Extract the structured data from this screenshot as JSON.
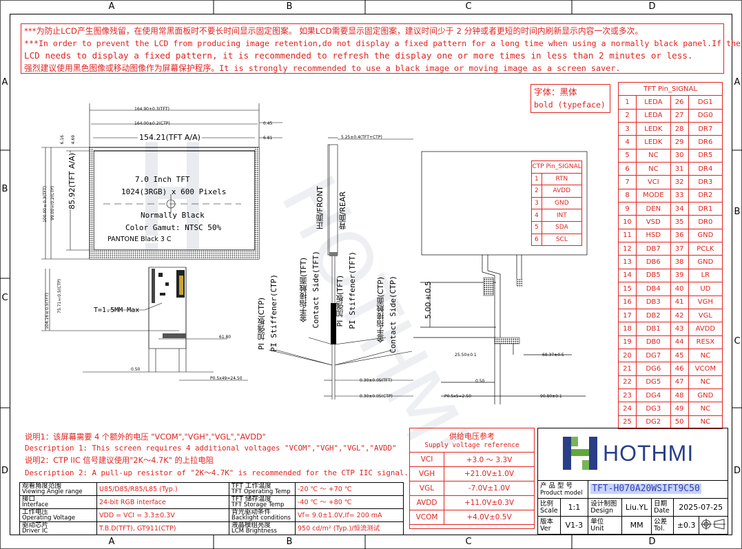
{
  "zones": {
    "columns": [
      "A",
      "B",
      "C",
      "D"
    ],
    "rows": [
      "A",
      "B",
      "C",
      "D"
    ]
  },
  "warning": {
    "line1": "***为防止LCD产生图像残留，在使用常黑面板时不要长时间显示固定图案。 如果LCD需要显示固定图案，建议时间少于 2 分钟或者更短的时间内刷新显示内容一次或多次。",
    "line2": "***In order to prevent the LCD from producing image retention,do not display a fixed pattern for a long time when using a normally black panel.If the",
    "line3": " LCD needs to display a fixed pattern, it is recommended to refresh the display one or more times in less than 2 minutes or less.",
    "line4": "强烈建议使用黑色图像或移动图像作为屏幕保护程序。It is strongly recommended to use a black image or moving image as a screen saver."
  },
  "font_box": {
    "line1": "字体：黑体",
    "line2": "bold (typeface)"
  },
  "front_view": {
    "dim_outer_width": "164.90±0.3(TFT)",
    "dim_ctp_width": "164.00±0.2(CTP)",
    "dim_aa_width": "154.21(TFT A/A)",
    "dim_right_045": "0.45",
    "dim_right_681": "6.81",
    "dim_aa_height": "85.92(TFT A/A)",
    "dim_outer_height": "100.00±0.3(TFT)",
    "dim_ctp_height": "99.00±0.2(CTP)",
    "dim_left_616": "6.16",
    "dim_left_469": "4.69",
    "dim_fpc_len1": "75.71±0.5(CTP)",
    "dim_fpc_len2": "104.16±0.5(TFT)",
    "dim_6180": "61.80",
    "dim_050": "0.50",
    "dim_pitch": "P0.5x49=24.50",
    "title": "7.0 Inch TFT",
    "resolution": "1024(3RGB) x 600 Pixels",
    "mode": "Normally Black",
    "gamut": "Color Gamut: NTSC 50%",
    "pantone": "PANTONE Black 3 C",
    "thickness": "T=1.5MM Max"
  },
  "side_view": {
    "dim_top": "5.25±0.4(TFT+CTP)",
    "front_label": "正面/FRONT",
    "rear_label": "背面/REAR",
    "pi_ctp": "PI 加强板(CTP)",
    "pi_stiff_ctp": "PI Stiffener(CTP)",
    "gold_tft": "金手指接触面(TFT)",
    "contact_tft": "Contact Side(TFT)",
    "pi_tft": "PI 加强板(TFT)",
    "pi_stiff_tft": "PI Stiffener(TFT)",
    "gold_ctp": "金手指接触面(CTP)",
    "contact_ctp": "Contact Side(CTP)",
    "dim_tft_thick": "0.30±0.05(TFT)",
    "dim_ctp_thick": "0.30±0.05(CTP)"
  },
  "rear_view": {
    "dim_vertical": "5.00±0.5",
    "dim_left": "25.50±0.1",
    "dim_right": "68.37±0.5",
    "dim_050": "0.50",
    "dim_pitch": "P0.5x5=2.50",
    "dim_width": "90.80±0.1"
  },
  "ctp_pins": {
    "header": "CTP Pin_SIGNAL",
    "rows": [
      [
        "1",
        "RTN"
      ],
      [
        "2",
        "AVDD"
      ],
      [
        "3",
        "GND"
      ],
      [
        "4",
        "INT"
      ],
      [
        "5",
        "SDA"
      ],
      [
        "6",
        "SCL"
      ]
    ]
  },
  "tft_pins": {
    "header": "TFT Pin_SIGNAL",
    "rows": [
      [
        "1",
        "LEDA",
        "26",
        "DG1"
      ],
      [
        "2",
        "LEDA",
        "27",
        "DG0"
      ],
      [
        "3",
        "LEDK",
        "28",
        "DR7"
      ],
      [
        "4",
        "LEDK",
        "29",
        "DR6"
      ],
      [
        "5",
        "NC",
        "30",
        "DR5"
      ],
      [
        "6",
        "NC",
        "31",
        "DR4"
      ],
      [
        "7",
        "VCI",
        "32",
        "DR3"
      ],
      [
        "8",
        "MODE",
        "33",
        "DR2"
      ],
      [
        "9",
        "DEN",
        "34",
        "DR1"
      ],
      [
        "10",
        "VSD",
        "35",
        "DR0"
      ],
      [
        "11",
        "HSD",
        "36",
        "GND"
      ],
      [
        "12",
        "DB7",
        "37",
        "PCLK"
      ],
      [
        "13",
        "DB6",
        "38",
        "GND"
      ],
      [
        "14",
        "DB5",
        "39",
        "LR"
      ],
      [
        "15",
        "DB4",
        "40",
        "UD"
      ],
      [
        "16",
        "DB3",
        "41",
        "VGH"
      ],
      [
        "17",
        "DB2",
        "42",
        "VGL"
      ],
      [
        "18",
        "DB1",
        "43",
        "AVDD"
      ],
      [
        "19",
        "DB0",
        "44",
        "RESX"
      ],
      [
        "20",
        "DG7",
        "45",
        "NC"
      ],
      [
        "21",
        "DG6",
        "46",
        "VCOM"
      ],
      [
        "22",
        "DG5",
        "47",
        "NC"
      ],
      [
        "23",
        "DG4",
        "48",
        "GND"
      ],
      [
        "24",
        "DG3",
        "49",
        "NC"
      ],
      [
        "25",
        "DG2",
        "50",
        "NC"
      ]
    ]
  },
  "notes": {
    "n1_cn": "说明1：该屏幕需要 4 个额外的电压 \"VCOM\",\"VGH\",\"VGL\",\"AVDD\"",
    "n1_en": "Description 1: This screen requires 4 additional voltages \"VCOM\",\"VGH\",\"VGL\",\"AVDD\"",
    "n2_cn": "说明2：CTP IIC 信号建议使用\"2K～4.7K\" 的上拉电阻",
    "n2_en": "Description 2: A pull-up resistor of \"2K～4.7K\" is recommended for the CTP IIC signal."
  },
  "voltage": {
    "title_cn": "供给电压参考",
    "title_en": "Supply voltage reference",
    "rows": [
      [
        "VCI",
        "+3.0 ～ 3.3V"
      ],
      [
        "VGH",
        "+21.0V±1.0V"
      ],
      [
        "VGL",
        "-7.0V±1.0V"
      ],
      [
        "AVDD",
        "+11.0V±0.3V"
      ],
      [
        "VCOM",
        "+4.0V±0.5V"
      ]
    ]
  },
  "specs": {
    "rows": [
      [
        "观看角度范围",
        "Viewing Angle range",
        "U85/D85/R85/L85 (Typ.)",
        "TFT 工作温度",
        "TFT Operating Temp",
        "-20 ℃ ～ +70 ℃"
      ],
      [
        "接口",
        "Interface",
        "24-bit RGB interface",
        "TFT 储存温度",
        "TFT Storage Temp",
        "-40 ℃ ～ +80 ℃"
      ],
      [
        "工作电压",
        "Operating Voltage",
        "VDD = VCI = 3.3±0.3V",
        "背光驱动条件",
        "Backlight conditions",
        "Vf= 9.0±1.0V,If= 200 mA"
      ],
      [
        "驱动芯片",
        "Driver IC",
        "T.B.D(TFT), GT911(CTP)",
        "液晶模组亮度",
        "LCM Brightness",
        "950 cd/m² (Typ.)/恒流测试"
      ]
    ]
  },
  "title_block": {
    "brand": "HOTHMI",
    "model_label_cn": "产 品 型 号",
    "model_label_en": "Product model",
    "model": "TFT-H070A20WSIFT9C50",
    "scale_cn": "比例",
    "scale_en": "Scale",
    "scale": "1:1",
    "design_cn": "设计制图",
    "design_en": "Design",
    "designer": "Liu.YL",
    "date_cn": "日期",
    "date_en": "Date",
    "date": "2025-07-25",
    "ver_cn": "版本",
    "ver_en": "Ver",
    "ver": "V1-3",
    "unit_cn": "单位",
    "unit_en": "Unit",
    "unit": "MM",
    "tol_cn": "公差",
    "tol_en": "Tol.",
    "tol": "±0.3"
  },
  "colors": {
    "red": "#e0231f",
    "model_highlight": "#c7d3ff",
    "logo_blue": "#2a3e86",
    "logo_green": "#5fa83a"
  }
}
